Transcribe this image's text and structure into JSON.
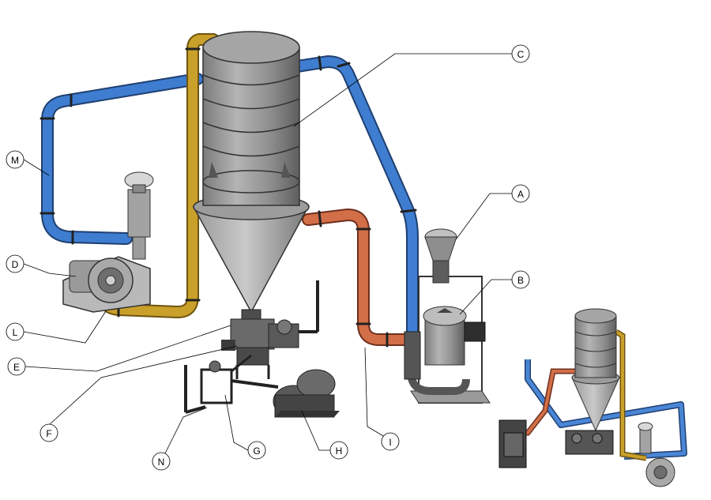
{
  "callouts": [
    {
      "id": "A",
      "label": "A"
    },
    {
      "id": "B",
      "label": "B"
    },
    {
      "id": "C",
      "label": "C"
    },
    {
      "id": "D",
      "label": "D"
    },
    {
      "id": "E",
      "label": "E"
    },
    {
      "id": "F",
      "label": "F"
    },
    {
      "id": "G",
      "label": "G"
    },
    {
      "id": "H",
      "label": "H"
    },
    {
      "id": "I",
      "label": "I"
    },
    {
      "id": "L",
      "label": "L"
    },
    {
      "id": "M",
      "label": "M"
    },
    {
      "id": "N",
      "label": "N"
    }
  ],
  "colors": {
    "blue_pipe": "#3a78c9",
    "orange_pipe": "#c96a45",
    "gold_pipe": "#c9a02a",
    "steel": "#8a8a8a",
    "dark_steel": "#3a3a3a"
  }
}
